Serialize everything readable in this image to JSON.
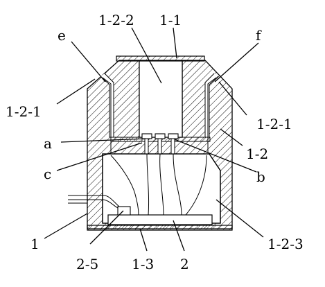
{
  "labels": {
    "l_1_2_2": "1-2-2",
    "l_1_1": "1-1",
    "l_e": "e",
    "l_f": "f",
    "l_1_2_1_left": "1-2-1",
    "l_1_2_1_right": "1-2-1",
    "l_a": "a",
    "l_1_2": "1-2",
    "l_c": "c",
    "l_b": "b",
    "l_1": "1",
    "l_1_2_3": "1-2-3",
    "l_2_5": "2-5",
    "l_1_3": "1-3",
    "l_2": "2"
  },
  "colors": {
    "line": "#000000",
    "background": "#ffffff"
  }
}
